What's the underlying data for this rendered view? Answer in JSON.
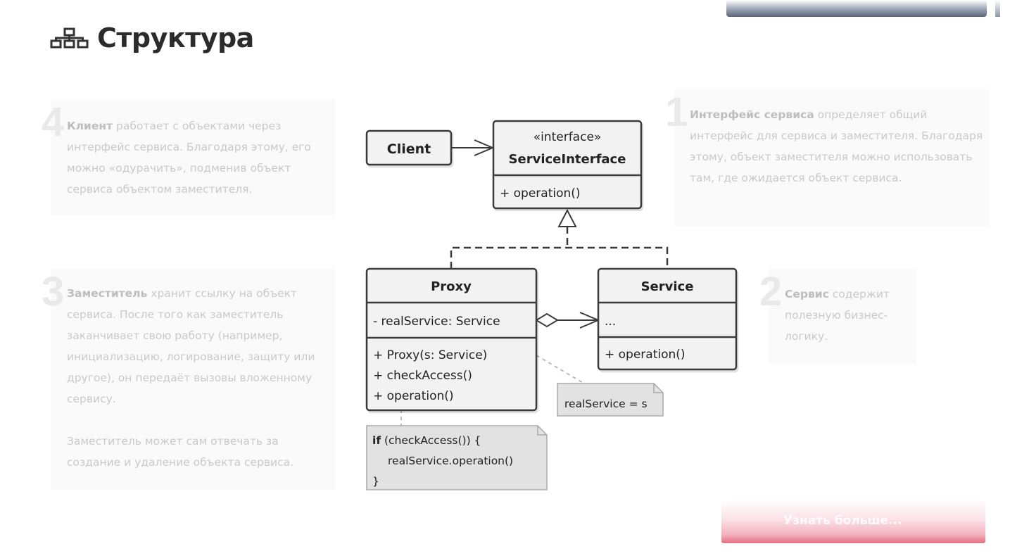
{
  "title": "Структура",
  "title_icon": "hierarchy-icon",
  "notes": [
    {
      "number": "4",
      "bold": "Клиент",
      "text": " работает с объектами через интерфейс сервиса. Благодаря этому, его можно «одурачить», подменив объект сервиса объектом заместителя."
    },
    {
      "number": "3",
      "bold": "Заместитель",
      "text": " хранит ссылку на объект сервиса. После того как заместитель заканчивает свою работу (например, инициализацию, логирование, защиту или другое), он передаёт вызовы вложенному сервису.",
      "text2": "Заместитель может сам отвечать за создание и удаление объекта сервиса."
    },
    {
      "number": "1",
      "bold": "Интерфейс сервиса",
      "text": " определяет общий интерфейс для сервиса и заместителя. Благодаря этому, объект заместителя можно использовать там, где ожидается объект сервиса."
    },
    {
      "number": "2",
      "bold": "Сервис",
      "text": " содержит полезную бизнес-логику."
    }
  ],
  "diagram": {
    "client": "Client",
    "interface": {
      "stereotype": "«interface»",
      "name": "ServiceInterface",
      "method": "+ operation()"
    },
    "proxy": {
      "name": "Proxy",
      "field": "- realService: Service",
      "methods": [
        "+ Proxy(s: Service)",
        "+ checkAccess()",
        "+ operation()"
      ]
    },
    "service": {
      "name": "Service",
      "field": "...",
      "method": "+ operation()"
    },
    "note_realservice": "realService = s",
    "note_code": {
      "keyword": "if",
      "line1_rest": " (checkAccess()) {",
      "line2": "realService.operation()",
      "line3": "}"
    }
  },
  "cta_label": "Узнать больше..."
}
